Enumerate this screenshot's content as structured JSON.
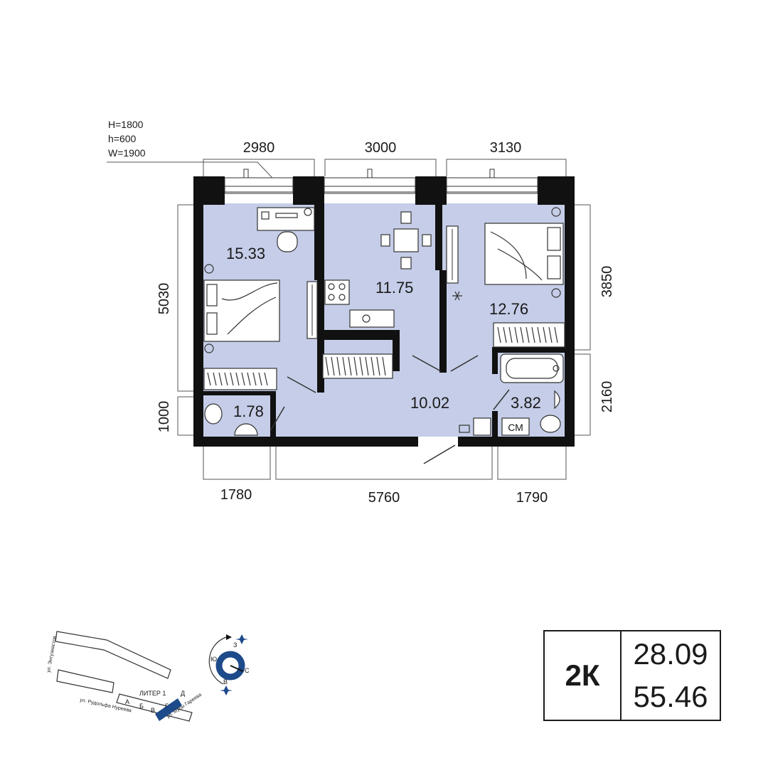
{
  "window_spec": {
    "h_big": "H=1800",
    "h_small": "h=600",
    "w": "W=1900"
  },
  "dimensions": {
    "top": [
      "2980",
      "3000",
      "3130"
    ],
    "left_top": "5030",
    "left_bottom": "1000",
    "right_top": "3850",
    "right_bottom": "2160",
    "bottom": [
      "1780",
      "5760",
      "1790"
    ]
  },
  "rooms": {
    "bedroom1": "15.33",
    "kitchen": "11.75",
    "bedroom2": "12.76",
    "hall": "10.02",
    "wc": "1.78",
    "bath": "3.82"
  },
  "washer_label": "СМ",
  "key_plan": {
    "street1": "ул. Энтузиастов",
    "street2": "ул. Рудольфа Нуреева",
    "street3": "ул. Мусы Гареева",
    "liter": "ЛИТЕР 1",
    "sections": [
      "А",
      "Б",
      "В",
      "Г",
      "Д"
    ]
  },
  "compass": {
    "north": "З",
    "east": "С",
    "south": "В",
    "west": "Ю"
  },
  "summary": {
    "type": "2К",
    "living_area": "28.09",
    "total_area": "55.46"
  },
  "colors": {
    "room_fill": "#c5cde8",
    "wall": "#111111",
    "accent": "#1d4a8a"
  }
}
